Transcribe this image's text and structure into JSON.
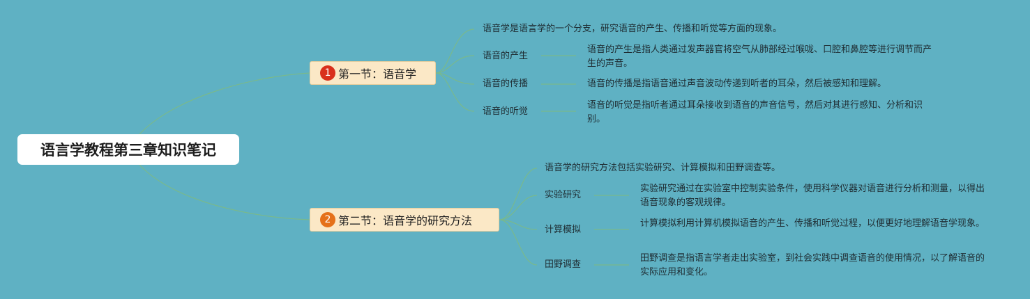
{
  "colors": {
    "background": "#5fb1c3",
    "connector": "#79b98c",
    "section_bg": "#fbe8c6",
    "badge_1": "#d9301c",
    "badge_2": "#e5711a"
  },
  "root": {
    "title": "语言学教程第三章知识笔记"
  },
  "sections": [
    {
      "number": "1",
      "title": "第一节：语音学",
      "intro": "语音学是语言学的一个分支，研究语音的产生、传播和听觉等方面的现象。",
      "topics": [
        {
          "label": "语音的产生",
          "description": "语音的产生是指人类通过发声器官将空气从肺部经过喉咙、口腔和鼻腔等进行调节而产生的声音。"
        },
        {
          "label": "语音的传播",
          "description": "语音的传播是指语音通过声音波动传递到听者的耳朵，然后被感知和理解。"
        },
        {
          "label": "语音的听觉",
          "description": "语音的听觉是指听者通过耳朵接收到语音的声音信号，然后对其进行感知、分析和识别。"
        }
      ]
    },
    {
      "number": "2",
      "title": "第二节：语音学的研究方法",
      "intro": "语音学的研究方法包括实验研究、计算模拟和田野调查等。",
      "topics": [
        {
          "label": "实验研究",
          "description": "实验研究通过在实验室中控制实验条件，使用科学仪器对语音进行分析和测量，以得出语音现象的客观规律。"
        },
        {
          "label": "计算模拟",
          "description": "计算模拟利用计算机模拟语音的产生、传播和听觉过程，以便更好地理解语音学现象。"
        },
        {
          "label": "田野调查",
          "description": "田野调查是指语言学者走出实验室，到社会实践中调查语音的使用情况，以了解语音的实际应用和变化。"
        }
      ]
    }
  ]
}
